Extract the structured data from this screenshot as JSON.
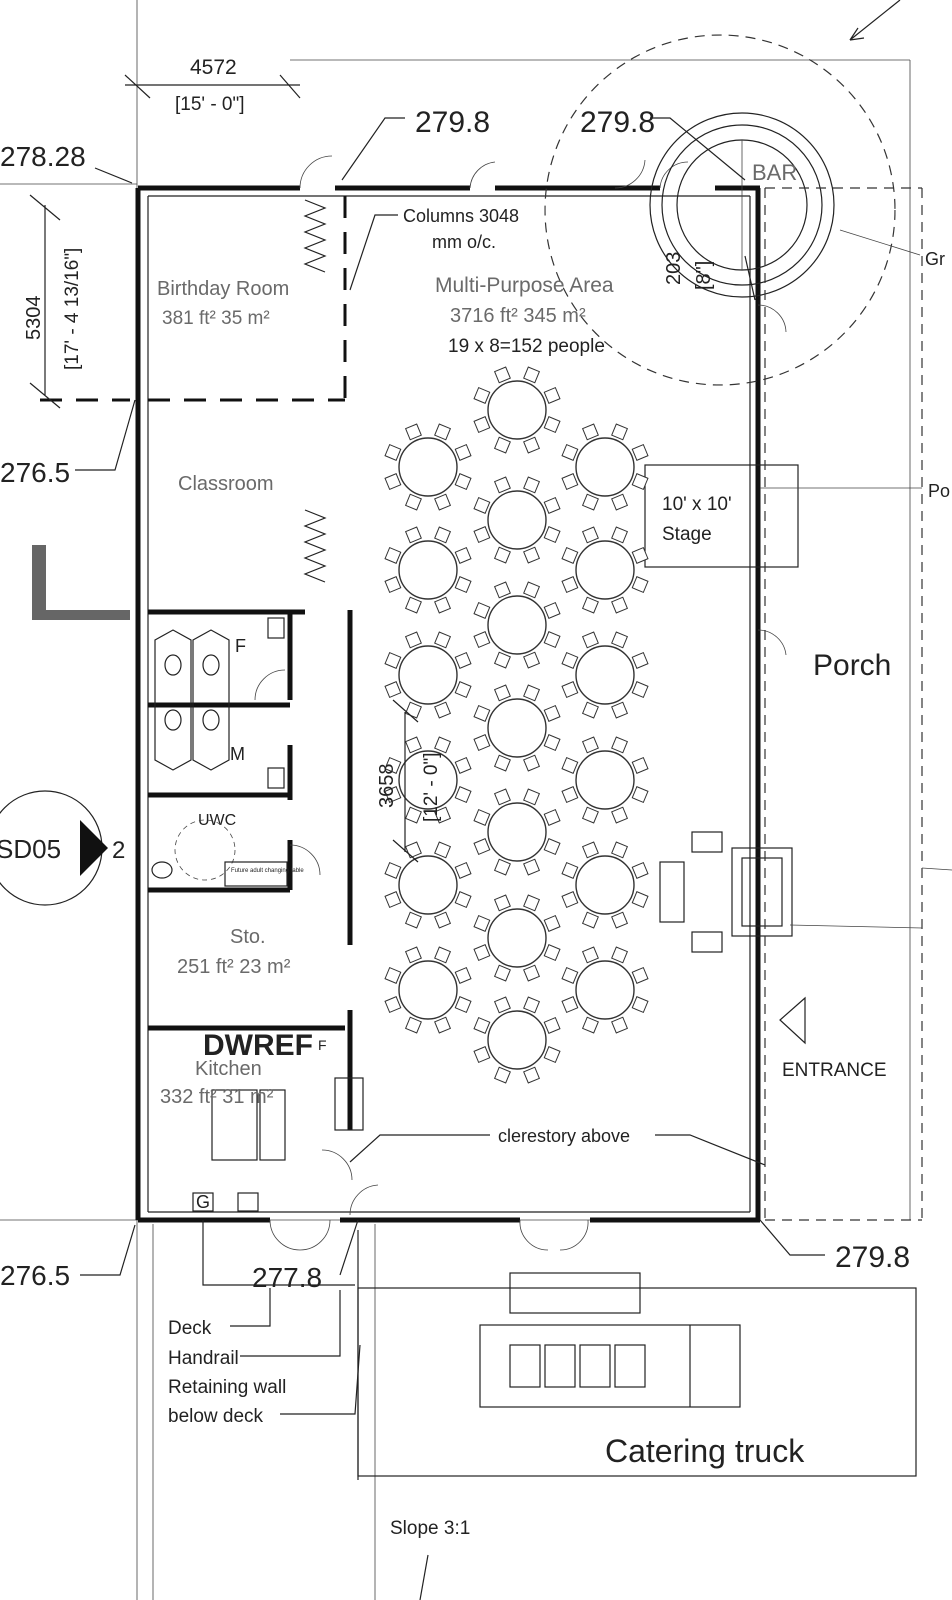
{
  "levels": {
    "top_left": "278.28",
    "top_mid1": "279.8",
    "top_mid2": "279.8",
    "left_mid": "276.5",
    "bottom_left": "276.5",
    "bottom_deck": "277.8",
    "bottom_right": "279.8"
  },
  "dimensions": {
    "top_width": "4572",
    "top_width_imperial": "[15' - 0\"]",
    "left_height": "5304",
    "left_height_imperial": "[17' - 4 13/16\"]",
    "table_spacing": "3658",
    "table_spacing_imperial": "[12' - 0\"]",
    "bar_dim": "203",
    "bar_dim_imperial": "[8\"]"
  },
  "rooms": {
    "birthday_name": "Birthday Room",
    "birthday_area": "381 ft² 35 m²",
    "multipurpose_name": "Multi-Purpose Area",
    "multipurpose_area": "3716 ft² 345 m²",
    "multipurpose_capacity": "19 x 8=152 people",
    "classroom_name": "Classroom",
    "storage_name": "Sto.",
    "storage_area": "251 ft² 23 m²",
    "kitchen_name": "Kitchen",
    "kitchen_area": "332 ft² 31 m²",
    "kitchen_appliances": "DWREF",
    "kitchen_f": "F",
    "kitchen_g": "G",
    "washroom_f": "F",
    "washroom_m": "M",
    "uwc": "UWC",
    "changing_table": "Future adult changing table",
    "porch_name": "Porch",
    "stage_size": "10' x 10'",
    "stage_name": "Stage",
    "bar_name": "BAR",
    "entrance": "ENTRANCE"
  },
  "notes": {
    "columns_line1": "Columns 3048",
    "columns_line2": "mm o/c.",
    "clerestory": "clerestory above",
    "deck": "Deck",
    "handrail": "Handrail",
    "retaining_wall": "Retaining wall",
    "below_deck": "below deck",
    "catering_truck": "Catering truck",
    "slope": "Slope 3:1",
    "porch_cut": "Po",
    "gr_cut": "Gr"
  },
  "section_marker": {
    "sheet": "SD05",
    "number": "2"
  },
  "tables": {
    "count": 19,
    "seats_per_table": 8
  }
}
